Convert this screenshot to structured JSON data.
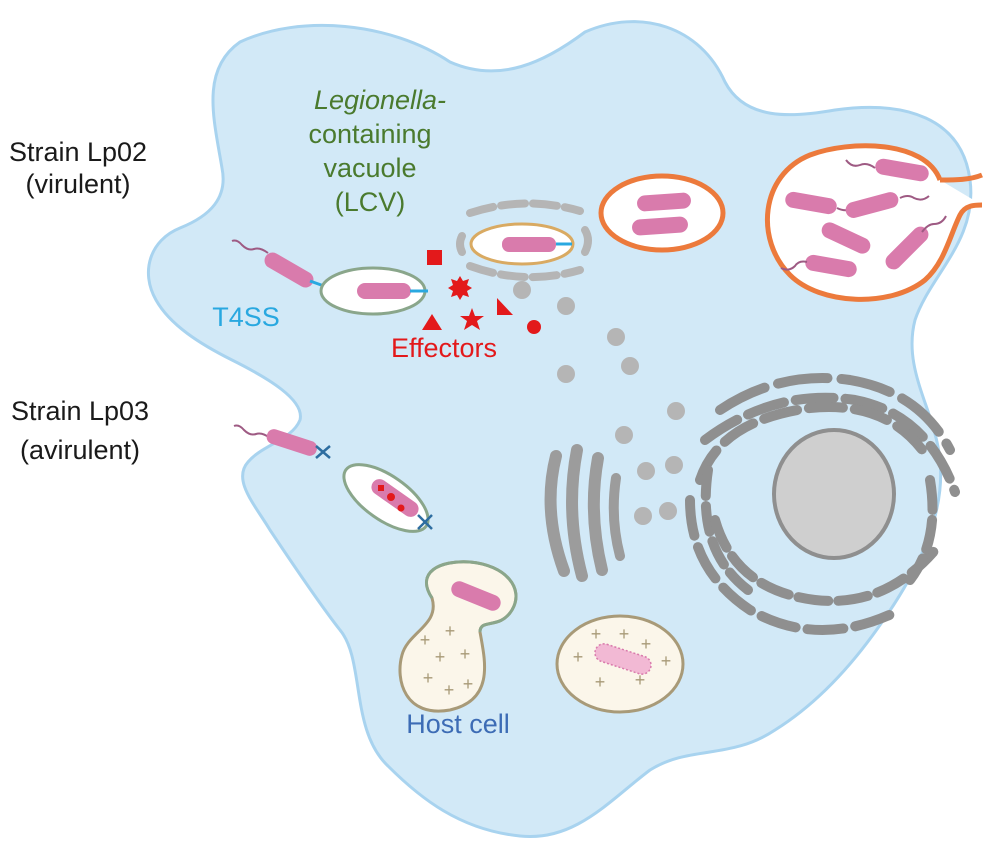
{
  "labels": {
    "strain_virulent_name": "Strain Lp02",
    "strain_virulent_desc": "(virulent)",
    "strain_avirulent_name": "Strain Lp03",
    "strain_avirulent_desc": "(avirulent)",
    "lcv_line1": "Legionella-",
    "lcv_line2": "containing",
    "lcv_line3": "vacuole",
    "lcv_line4": "(LCV)",
    "t4ss": "T4SS",
    "effectors": "Effectors",
    "host_cell": "Host cell"
  },
  "colors": {
    "cytoplasm": "#d2e9f7",
    "membrane": "#a8d3ef",
    "bacterium": "#d97bac",
    "vacuole_green": "#8aa68b",
    "vacuole_tan": "#a89a78",
    "vacuole_orange": "#ec7a3c",
    "vacuole_gold": "#d9aa62",
    "t4ss": "#29a8e0",
    "effectors": "#e3191b",
    "organelle_gray": "#9c9c9c",
    "lcv_text": "#4a7a2e",
    "host_text": "#3d6cb5"
  }
}
